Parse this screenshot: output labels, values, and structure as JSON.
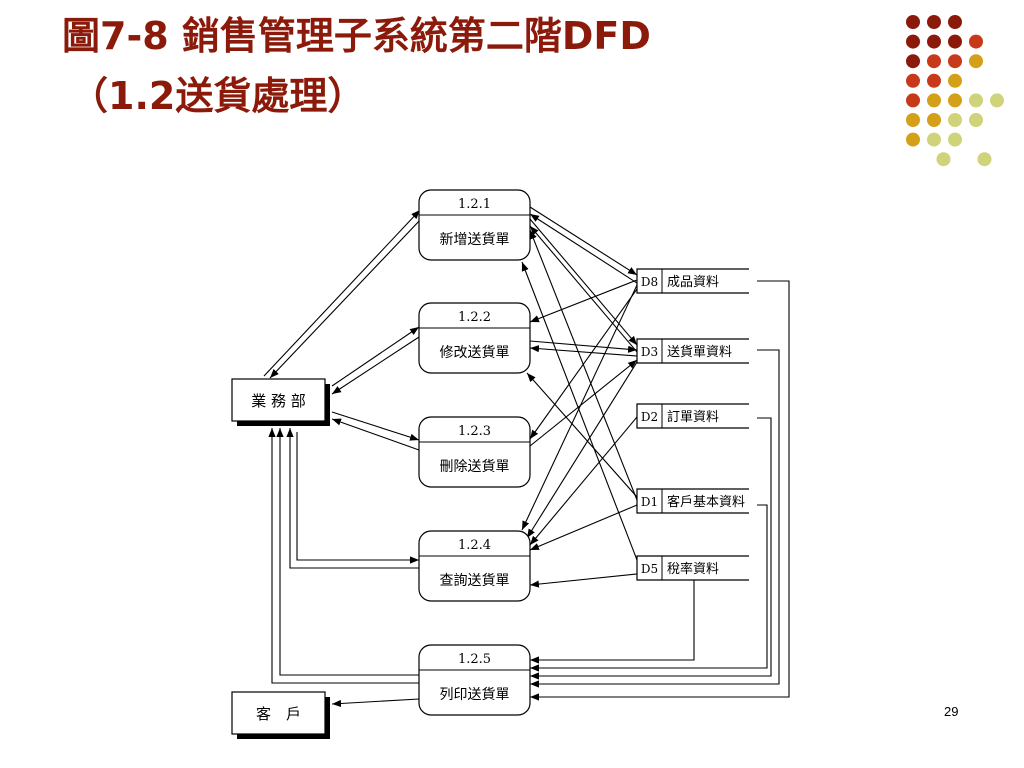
{
  "slide": {
    "title_line1": "圖7-8 銷售管理子系統第二階DFD",
    "title_line2": "（1.2送貨處理）",
    "page_number": "29",
    "title_color": "#8b1a0a",
    "decoration_colors": [
      "#8b1a0a",
      "#c8391a",
      "#d4a017",
      "#cfd37a"
    ]
  },
  "diagram": {
    "processes": [
      {
        "id": "1.2.1",
        "label": "新增送貨單"
      },
      {
        "id": "1.2.2",
        "label": "修改送貨單"
      },
      {
        "id": "1.2.3",
        "label": "刪除送貨單"
      },
      {
        "id": "1.2.4",
        "label": "查詢送貨單"
      },
      {
        "id": "1.2.5",
        "label": "列印送貨單"
      }
    ],
    "entities": [
      {
        "label": "業 務 部"
      },
      {
        "label": "客　戶"
      }
    ],
    "stores": [
      {
        "id": "D8",
        "label": "成品資料"
      },
      {
        "id": "D3",
        "label": "送貨單資料"
      },
      {
        "id": "D2",
        "label": "訂單資料"
      },
      {
        "id": "D1",
        "label": "客戶基本資料"
      },
      {
        "id": "D5",
        "label": "稅率資料"
      }
    ]
  }
}
